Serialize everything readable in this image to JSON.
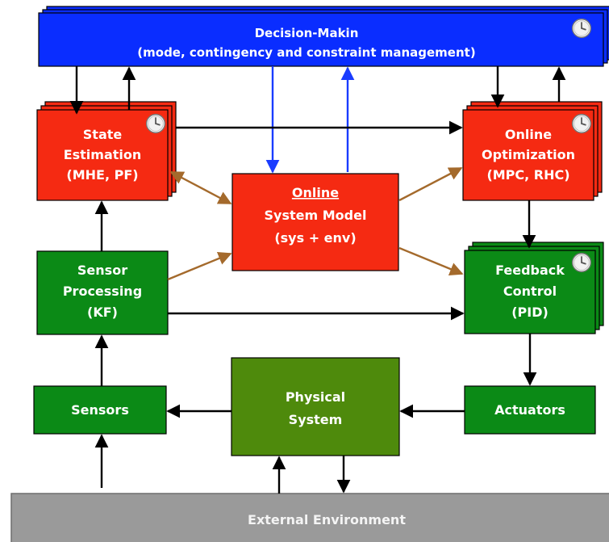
{
  "colors": {
    "decision": "#0a2dff",
    "red": "#f52a12",
    "red_shadow": "#e81e0a",
    "green": "#0b8a16",
    "green_shadow": "#087a12",
    "physical": "#4e8a0c",
    "environment": "#9a9a9a",
    "arrow_black": "#000000",
    "arrow_blue": "#1a3cff",
    "arrow_brown": "#a46a2c"
  },
  "blocks": {
    "decision_making": {
      "title": "Decision-Makin",
      "subtitle": "(mode, contingency and constraint management)"
    },
    "state_estimation": {
      "line1": "State",
      "line2": "Estimation",
      "line3": "(MHE, PF)"
    },
    "online_system_model": {
      "line1": "Online",
      "line2": "System Model",
      "line3": "(sys + env)"
    },
    "online_optimization": {
      "line1": "Online",
      "line2": "Optimization",
      "line3": "(MPC, RHC)"
    },
    "sensor_processing": {
      "line1": "Sensor",
      "line2": "Processing",
      "line3": "(KF)"
    },
    "feedback_control": {
      "line1": "Feedback",
      "line2": "Control",
      "line3": "(PID)"
    },
    "sensors": {
      "label": "Sensors"
    },
    "physical_system": {
      "line1": "Physical",
      "line2": "System"
    },
    "actuators": {
      "label": "Actuators"
    },
    "external_environment": {
      "label": "External Environment"
    }
  },
  "icons": {
    "clock": "clock-icon"
  }
}
